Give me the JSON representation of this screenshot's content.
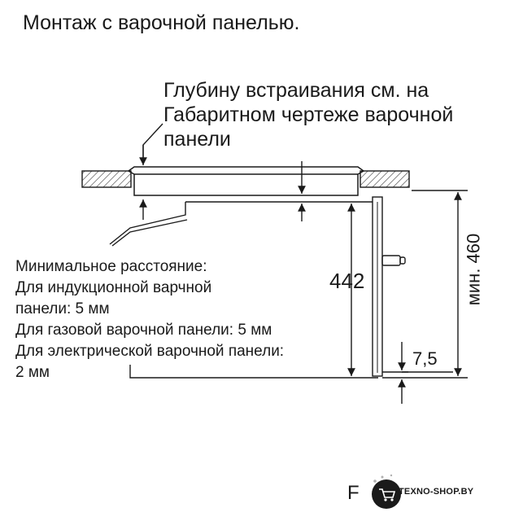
{
  "title": "Монтаж с варочной панелью.",
  "depth_note": {
    "lines": [
      "Глубину встраивания см. на",
      "Габаритном чертеже варочной",
      "панели"
    ]
  },
  "min_distance": {
    "lines": [
      "Минимальное расстояние:",
      "Для индукционной варчной",
      "панели: 5 мм",
      "Для газовой варочной панели: 5 мм",
      "Для электрической варочной панели:",
      "2 мм"
    ]
  },
  "dimensions": {
    "height_442": "442",
    "min_460": "мин. 460",
    "gap_7_5": "7,5"
  },
  "figure_letter": "F",
  "logo": {
    "text": "TEXNO-SHOP.BY",
    "icon": "shopping-cart-icon"
  },
  "colors": {
    "line": "#1a1a1a",
    "hatch": "#333333"
  }
}
